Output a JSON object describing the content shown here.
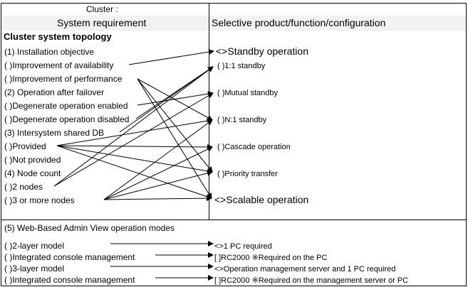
{
  "table": {
    "cluster_label": "Cluster :",
    "col_left_header": "System requirement",
    "col_right_header": "Selective product/function/configuration"
  },
  "left": {
    "section_title": "Cluster system topology",
    "items": [
      "(1) Installation objective",
      "( )Improvement of availability",
      "( )Improvement of performance",
      "(2) Operation after failover",
      "( )Degenerate operation enabled",
      "( )Degenerate operation disabled",
      "(3) Intersystem shared DB",
      "( )Provided",
      "( )Not provided",
      "(4) Node count",
      "( )2 nodes",
      "( )3 or more nodes"
    ]
  },
  "right": {
    "items": [
      "<>Standby operation",
      "( )1:1 standby",
      "( )Mutual standby",
      "( )N:1 standby",
      "( )Cascade operation",
      "( )Priority transfer",
      "<>Scalable operation"
    ]
  },
  "web": {
    "title": "(5) Web-Based Admin View operation modes",
    "left_items": [
      "( )2-layer model",
      "( )Integrated console management",
      "( )3-layer model",
      "( )Integrated console management"
    ],
    "right_items": [
      "<>1 PC required",
      "[ ]RC2000 ※Required on the PC",
      "<>Operation management server and 1 PC required",
      "[ ]RC2000 ※Required on the management server or PC"
    ]
  }
}
